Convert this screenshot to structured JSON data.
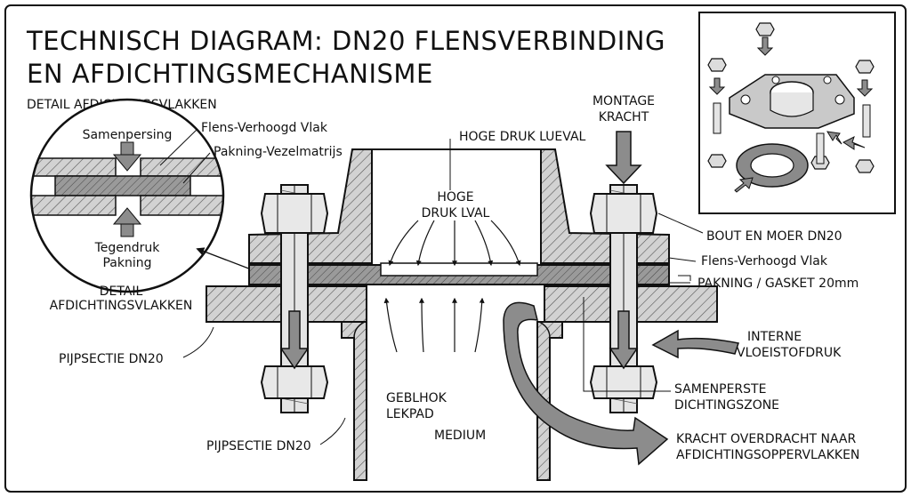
{
  "title": {
    "line1": "TECHNISCH DIAGRAM: DN20 FLENSVERBINDING",
    "line2": "EN AFDICHTINGSMECHANISME"
  },
  "detail": {
    "header": "DETAIL AFDICHTINGSVLAKKEN",
    "compression": "Samenpersing",
    "counter_line1": "Tegendruk",
    "counter_line2": "Pakning",
    "raised_face": "Flens-Verhoogd Vlak",
    "gasket_fiber": "Pakning-Vezelmatrijs",
    "ref_line1": "DETAIL",
    "ref_line2": "AFDICHTINGSVLAKKEN"
  },
  "labels": {
    "high_pressure_top": "HOGE DRUK LUEVAL",
    "high_pressure_inner_1": "HOGE",
    "high_pressure_inner_2": "DRUK LVAL",
    "mount_force_1": "MONTAGE",
    "mount_force_2": "KRACHT",
    "bolt_nut": "BOUT EN MOER DN20",
    "raised_face": "Flens-Verhoogd Vlak",
    "gasket": "PAKNING / GASKET 20mm",
    "internal_pressure_1": "INTERNE",
    "internal_pressure_2": "VLOEISTOFDRUK",
    "compressed_zone_1": "SAMENPERSTE",
    "compressed_zone_2": "DICHTINGSZONE",
    "force_transfer_1": "KRACHT OVERDRACHT NAAR",
    "force_transfer_2": "AFDICHTINGSOPPERVLAKKEN",
    "pipe_section_left": "PIJPSECTIE DN20",
    "pipe_section_bottom": "PIJPSECTIE DN20",
    "leak_path_1": "GEBLHOK",
    "leak_path_2": "LEKPAD",
    "medium": "MEDIUM"
  },
  "colors": {
    "steel": "#c9c9c9",
    "gasket": "#8a8a8a",
    "arrow": "#8c8c8c",
    "ink": "#111111"
  }
}
